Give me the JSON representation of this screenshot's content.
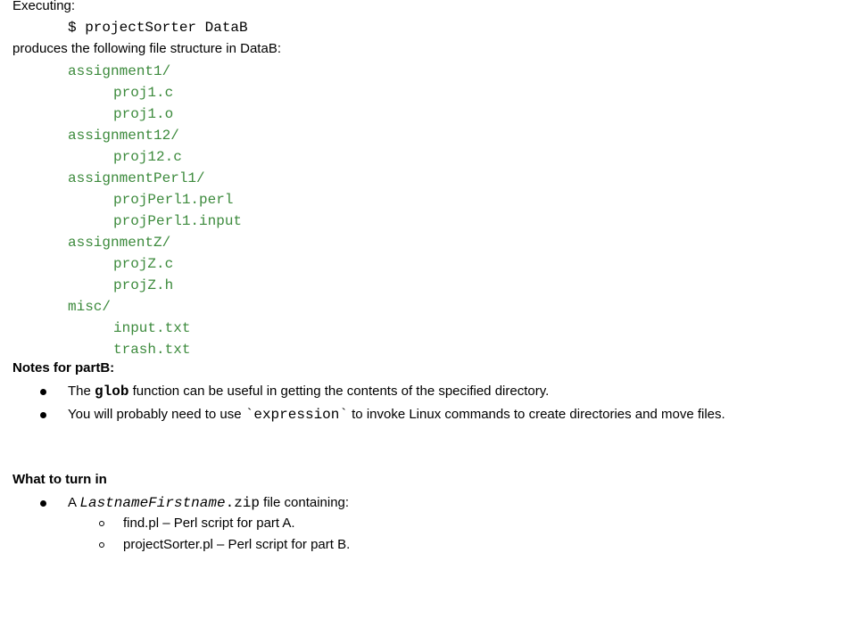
{
  "intro": {
    "executing_label": "Executing:",
    "command": "$ projectSorter DataB",
    "produces_text": "produces the following file structure in DataB:"
  },
  "tree": {
    "dirs": [
      {
        "name": "assignment1/",
        "files": [
          "proj1.c",
          "proj1.o"
        ]
      },
      {
        "name": "assignment12/",
        "files": [
          "proj12.c"
        ]
      },
      {
        "name": "assignmentPerl1/",
        "files": [
          "projPerl1.perl",
          "projPerl1.input"
        ]
      },
      {
        "name": "assignmentZ/",
        "files": [
          "projZ.c",
          "projZ.h"
        ]
      },
      {
        "name": "misc/",
        "files": [
          "input.txt",
          "trash.txt"
        ]
      }
    ]
  },
  "notes": {
    "heading": "Notes for partB:",
    "bullet1": {
      "pre": "The ",
      "code": "glob",
      "post": " function can be useful in getting the contents of the specified directory."
    },
    "bullet2": {
      "pre": "You will probably need to use ",
      "code": "`expression`",
      "post": " to invoke Linux commands to create directories and move files."
    }
  },
  "turnin": {
    "heading": "What to turn in",
    "item": {
      "pre": "A ",
      "code_italic": "LastnameFirstname",
      "code": ".zip",
      "post": " file containing:"
    },
    "subitems": [
      "find.pl – Perl script for part A.",
      "projectSorter.pl – Perl script for part B."
    ]
  }
}
